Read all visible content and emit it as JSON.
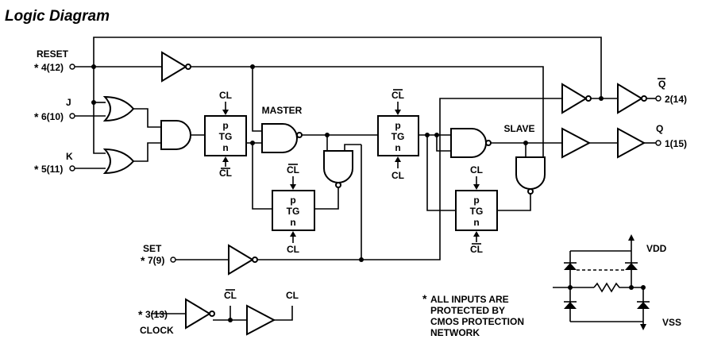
{
  "title": "Logic Diagram",
  "pins": {
    "reset": {
      "name": "RESET",
      "num": "4(12)"
    },
    "j": {
      "name": "J",
      "num": "6(10)"
    },
    "k": {
      "name": "K",
      "num": "5(11)"
    },
    "set": {
      "name": "SET",
      "num": "7(9)"
    },
    "clock": {
      "name": "CLOCK",
      "num": "3(13)"
    },
    "qbar": {
      "name": "Q",
      "num": "2(14)"
    },
    "q": {
      "name": "Q",
      "num": "1(15)"
    }
  },
  "asterisk": "*",
  "labels": {
    "master": "MASTER",
    "slave": "SLAVE",
    "cl": "CL",
    "clbar": "CL",
    "p": "p",
    "tg": "TG",
    "n": "n",
    "vdd": "VDD",
    "vss": "VSS"
  },
  "note": {
    "star": "*",
    "lines": [
      "ALL INPUTS ARE",
      "PROTECTED BY",
      "CMOS PROTECTION",
      "NETWORK"
    ]
  }
}
